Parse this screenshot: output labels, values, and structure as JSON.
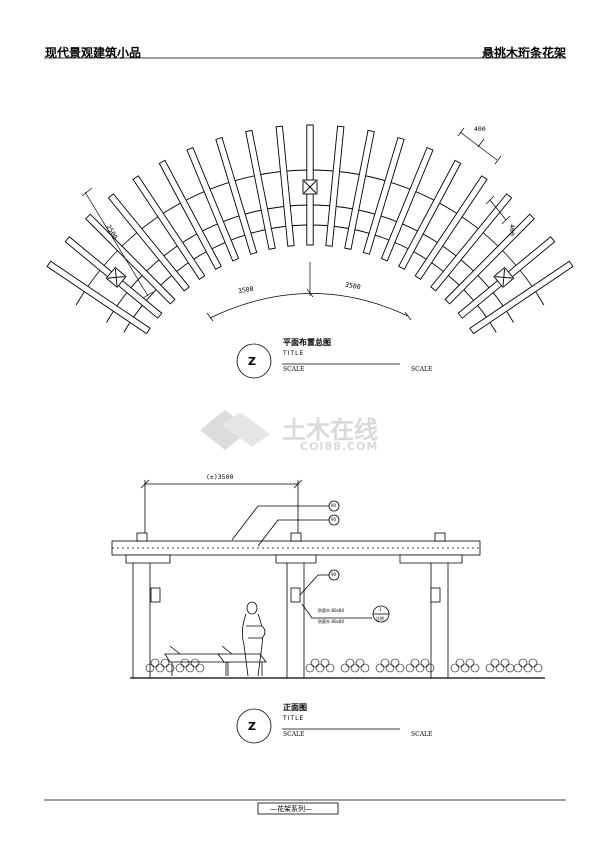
{
  "header": {
    "left_title": "现代景观建筑小品",
    "right_title": "悬挑木珩条花架"
  },
  "plan": {
    "dims": {
      "width_top": "400",
      "width_right": "400",
      "radius_side": "2500",
      "arc_left": "3500",
      "arc_right": "3500"
    },
    "caption": {
      "name": "平面布置总图",
      "title": "TITLE",
      "scale_left": "SCALE",
      "scale_right": "SCALE",
      "circle_letter": "Z"
    }
  },
  "watermark": {
    "text": "土木在线",
    "sub": "COI88.COM"
  },
  "elevation": {
    "dims": {
      "span": "(±)3500"
    },
    "callouts": [
      "90",
      "90",
      "90"
    ],
    "note_lines": [
      "防腐木-80x80",
      "防腐木-80x80"
    ],
    "note_tag_top": "1",
    "note_tag_bottom": "比例",
    "caption": {
      "name": "正面图",
      "title": "TITLE",
      "scale_left": "SCALE",
      "scale_right": "SCALE",
      "circle_letter": "Z"
    }
  },
  "footer": {
    "series": "—花架系列—"
  }
}
